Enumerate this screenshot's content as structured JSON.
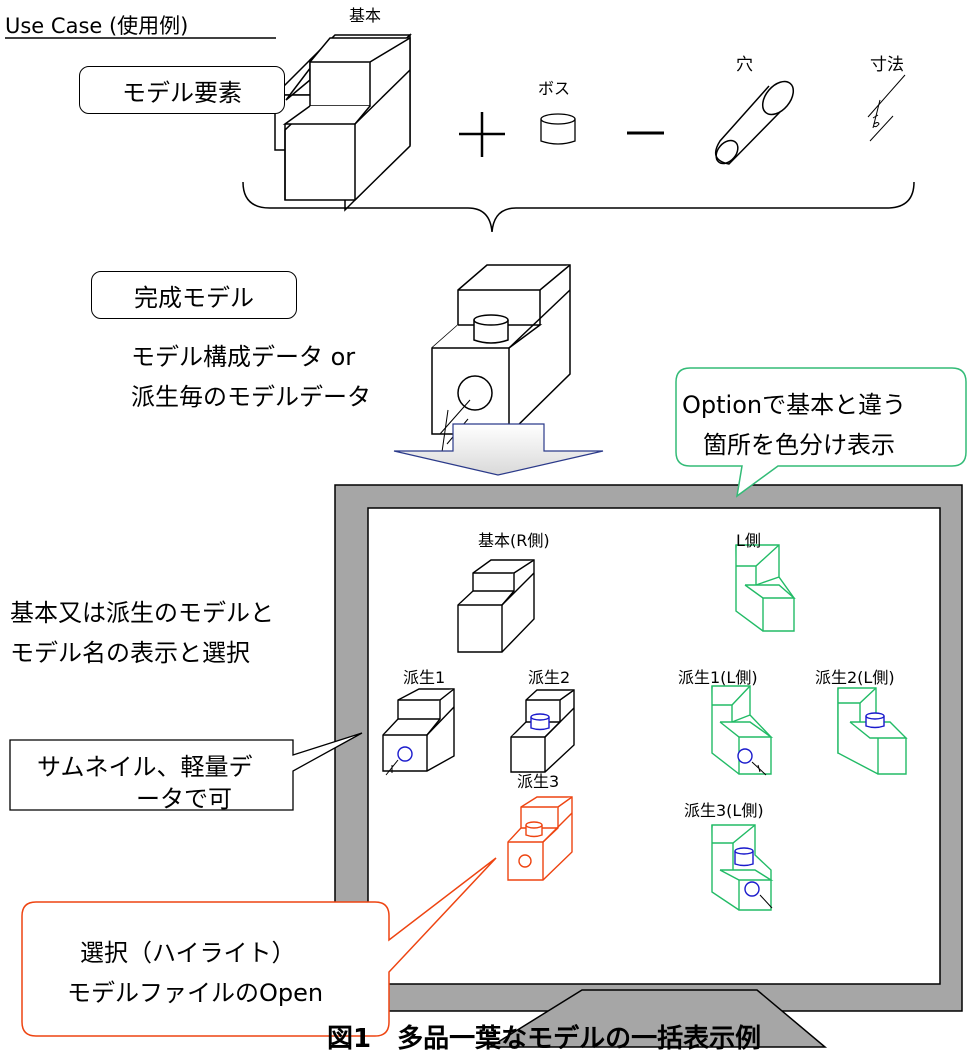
{
  "header": {
    "use_case": "Use Case (使用例)"
  },
  "elements": {
    "kihon": "基本",
    "boss": "ボス",
    "hole": "穴",
    "dimension": "寸法",
    "model_elements": "モデル要素",
    "plus": "＋",
    "minus": "ー"
  },
  "completed": {
    "label": "完成モデル",
    "data_line1": "モデル構成データ or",
    "data_line2": "派生毎のモデルデータ"
  },
  "option_callout": {
    "line1": "Optionで基本と違う",
    "line2": "箇所を色分け表示"
  },
  "display": {
    "side_line1": "基本又は派生のモデルと",
    "side_line2": "モデル名の表示と選択",
    "thumbs": [
      {
        "label": "基本(R側)"
      },
      {
        "label": "L側"
      },
      {
        "label": "派生1"
      },
      {
        "label": "派生2"
      },
      {
        "label": "派生1(L側)"
      },
      {
        "label": "派生2(L側)"
      },
      {
        "label": "派生3"
      },
      {
        "label": "派生3(L側)"
      }
    ]
  },
  "thumbnail_callout": {
    "line1": "サムネイル、軽量デ",
    "line2": "ータで可"
  },
  "highlight_callout": {
    "line1": "選択（ハイライト）",
    "line2": "モデルファイルのOpen"
  },
  "caption": "図1　多品一葉なモデルの一括表示例",
  "colors": {
    "left_side": "#22bb66",
    "highlight": "#ee4411",
    "feature": "#1a1acc",
    "frame": "#a6a6a6",
    "callout_green": "#33bb77"
  }
}
